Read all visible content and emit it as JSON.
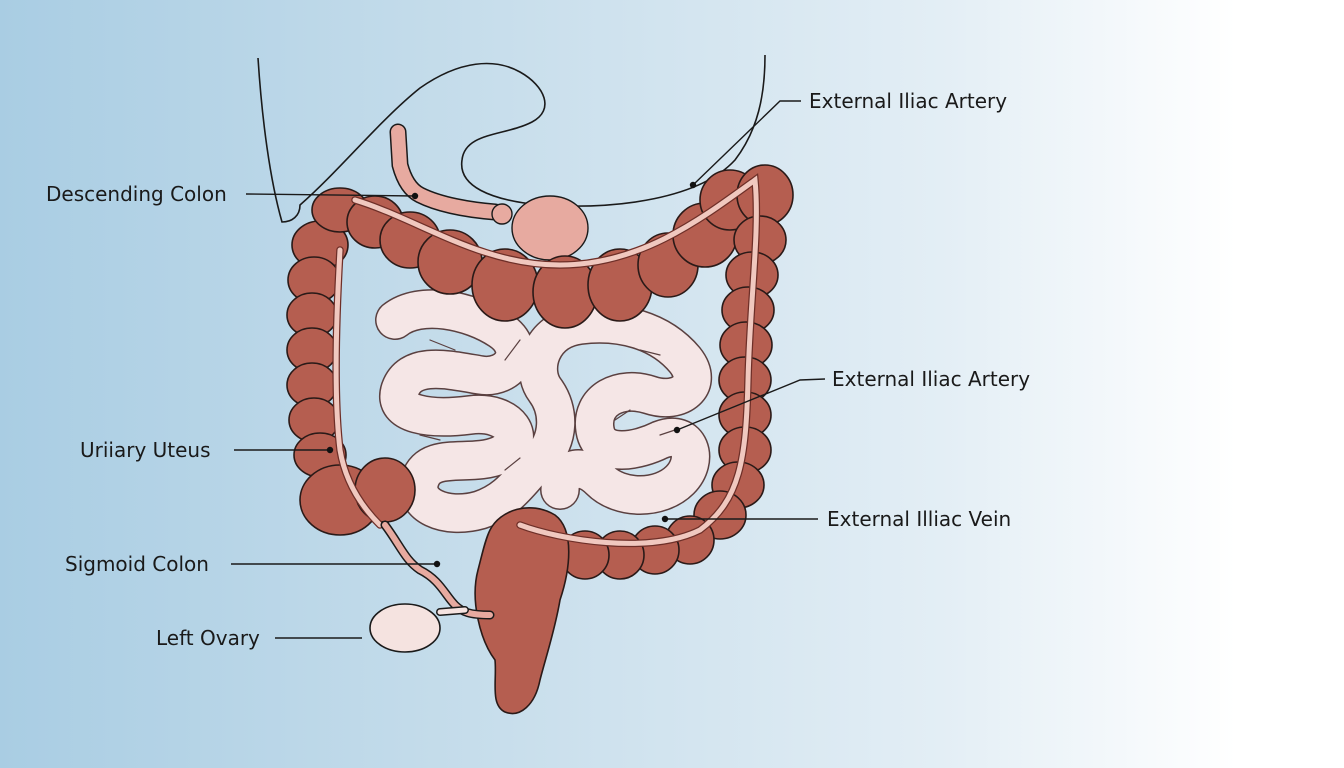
{
  "labels": {
    "descending_colon": "Descending Colon",
    "external_iliac_artery_top": "External Iliac Artery",
    "external_iliac_artery_mid": "External Iliac Artery",
    "uriiary_uteus": "Uriiary Uteus",
    "external_illiac_vein": "External Illiac Vein",
    "sigmoid_colon": "Sigmoid Colon",
    "left_ovary": "Left Ovary"
  },
  "colors": {
    "colon": "#b55e50",
    "colon_stripe": "#f0c8bf",
    "small_intestine": "#f5e6e6",
    "ovary": "#f5e3e0",
    "stomach_duct": "#e7aaa0"
  }
}
